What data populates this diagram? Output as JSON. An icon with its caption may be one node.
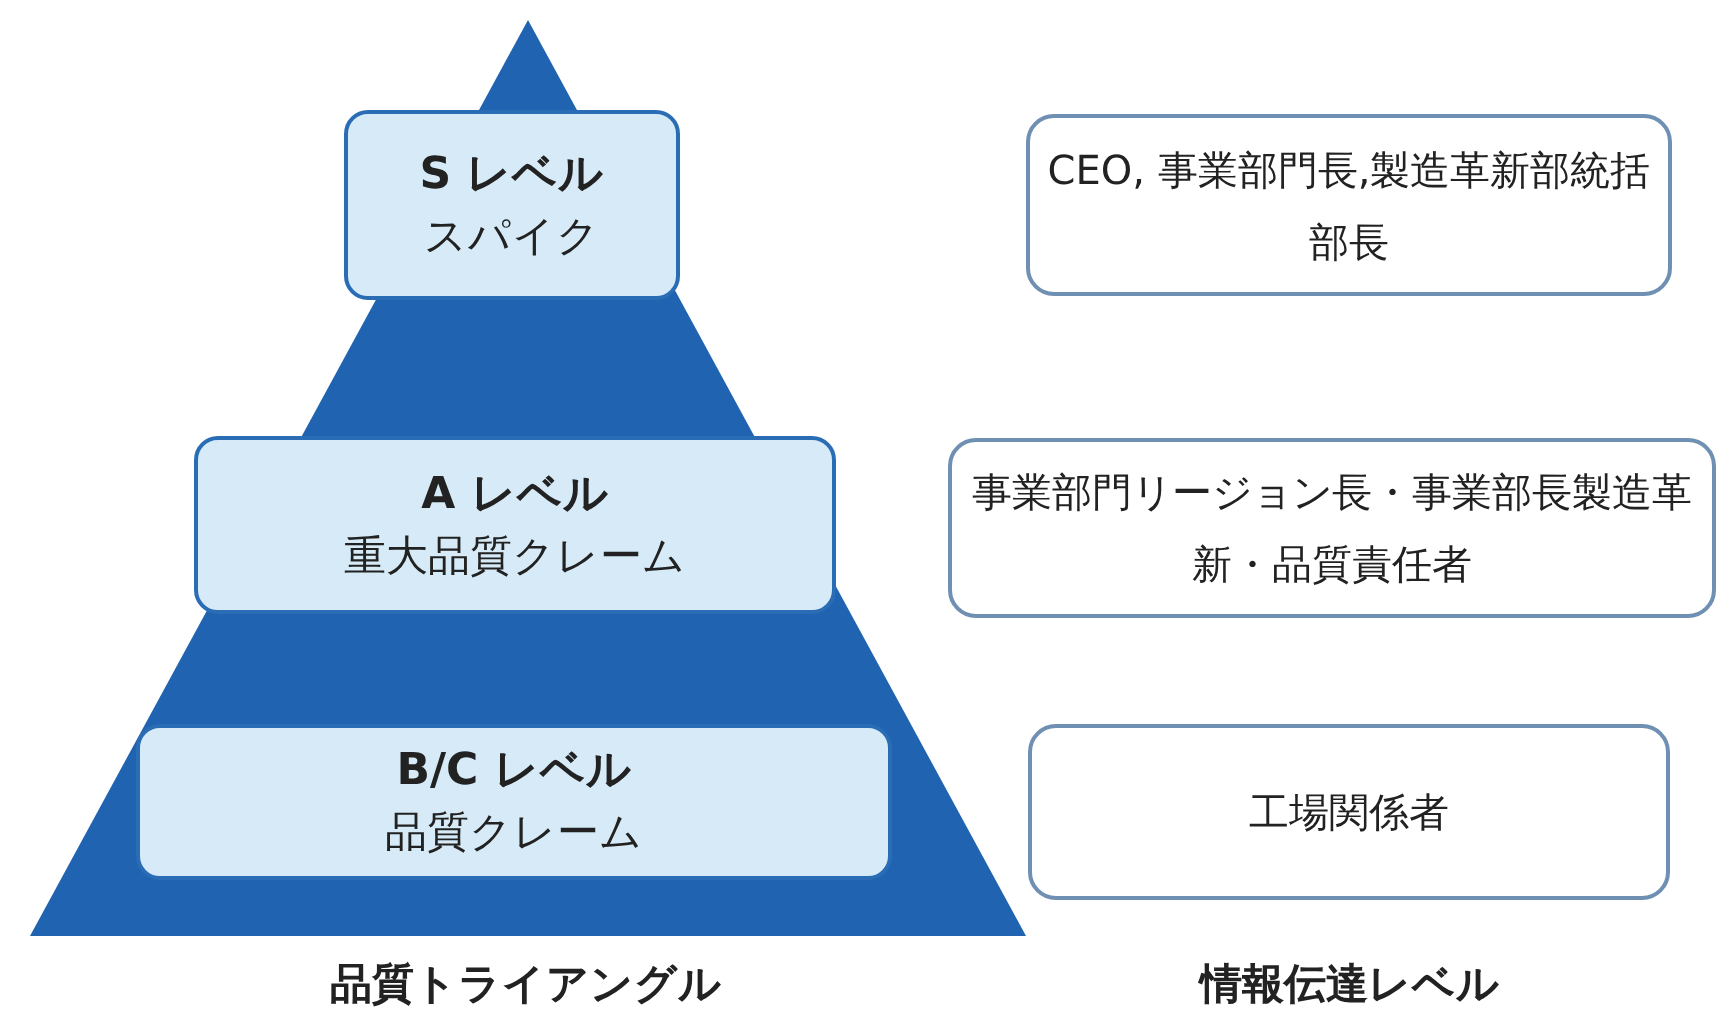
{
  "diagram": {
    "nodes": [
      {
        "text": [],
        "shape": "triangle"
      },
      {
        "text": [
          "S レベル",
          "スパイク"
        ],
        "in": 0
      },
      {
        "text": [
          "CEO, 事業部門長,製造革新部統括部長"
        ]
      },
      {
        "text": [
          "A レベル",
          "重大品質クレーム"
        ],
        "in": 0
      },
      {
        "text": [
          "事業部門リージョン長・事業部長製造革新・品質責任者"
        ]
      },
      {
        "text": [
          "B/C レベル",
          "品質クレーム"
        ],
        "in": 0
      },
      {
        "text": [
          "工場関係者"
        ]
      }
    ],
    "labels": [
      "品質トライアングル",
      "情報伝達レベル"
    ]
  }
}
